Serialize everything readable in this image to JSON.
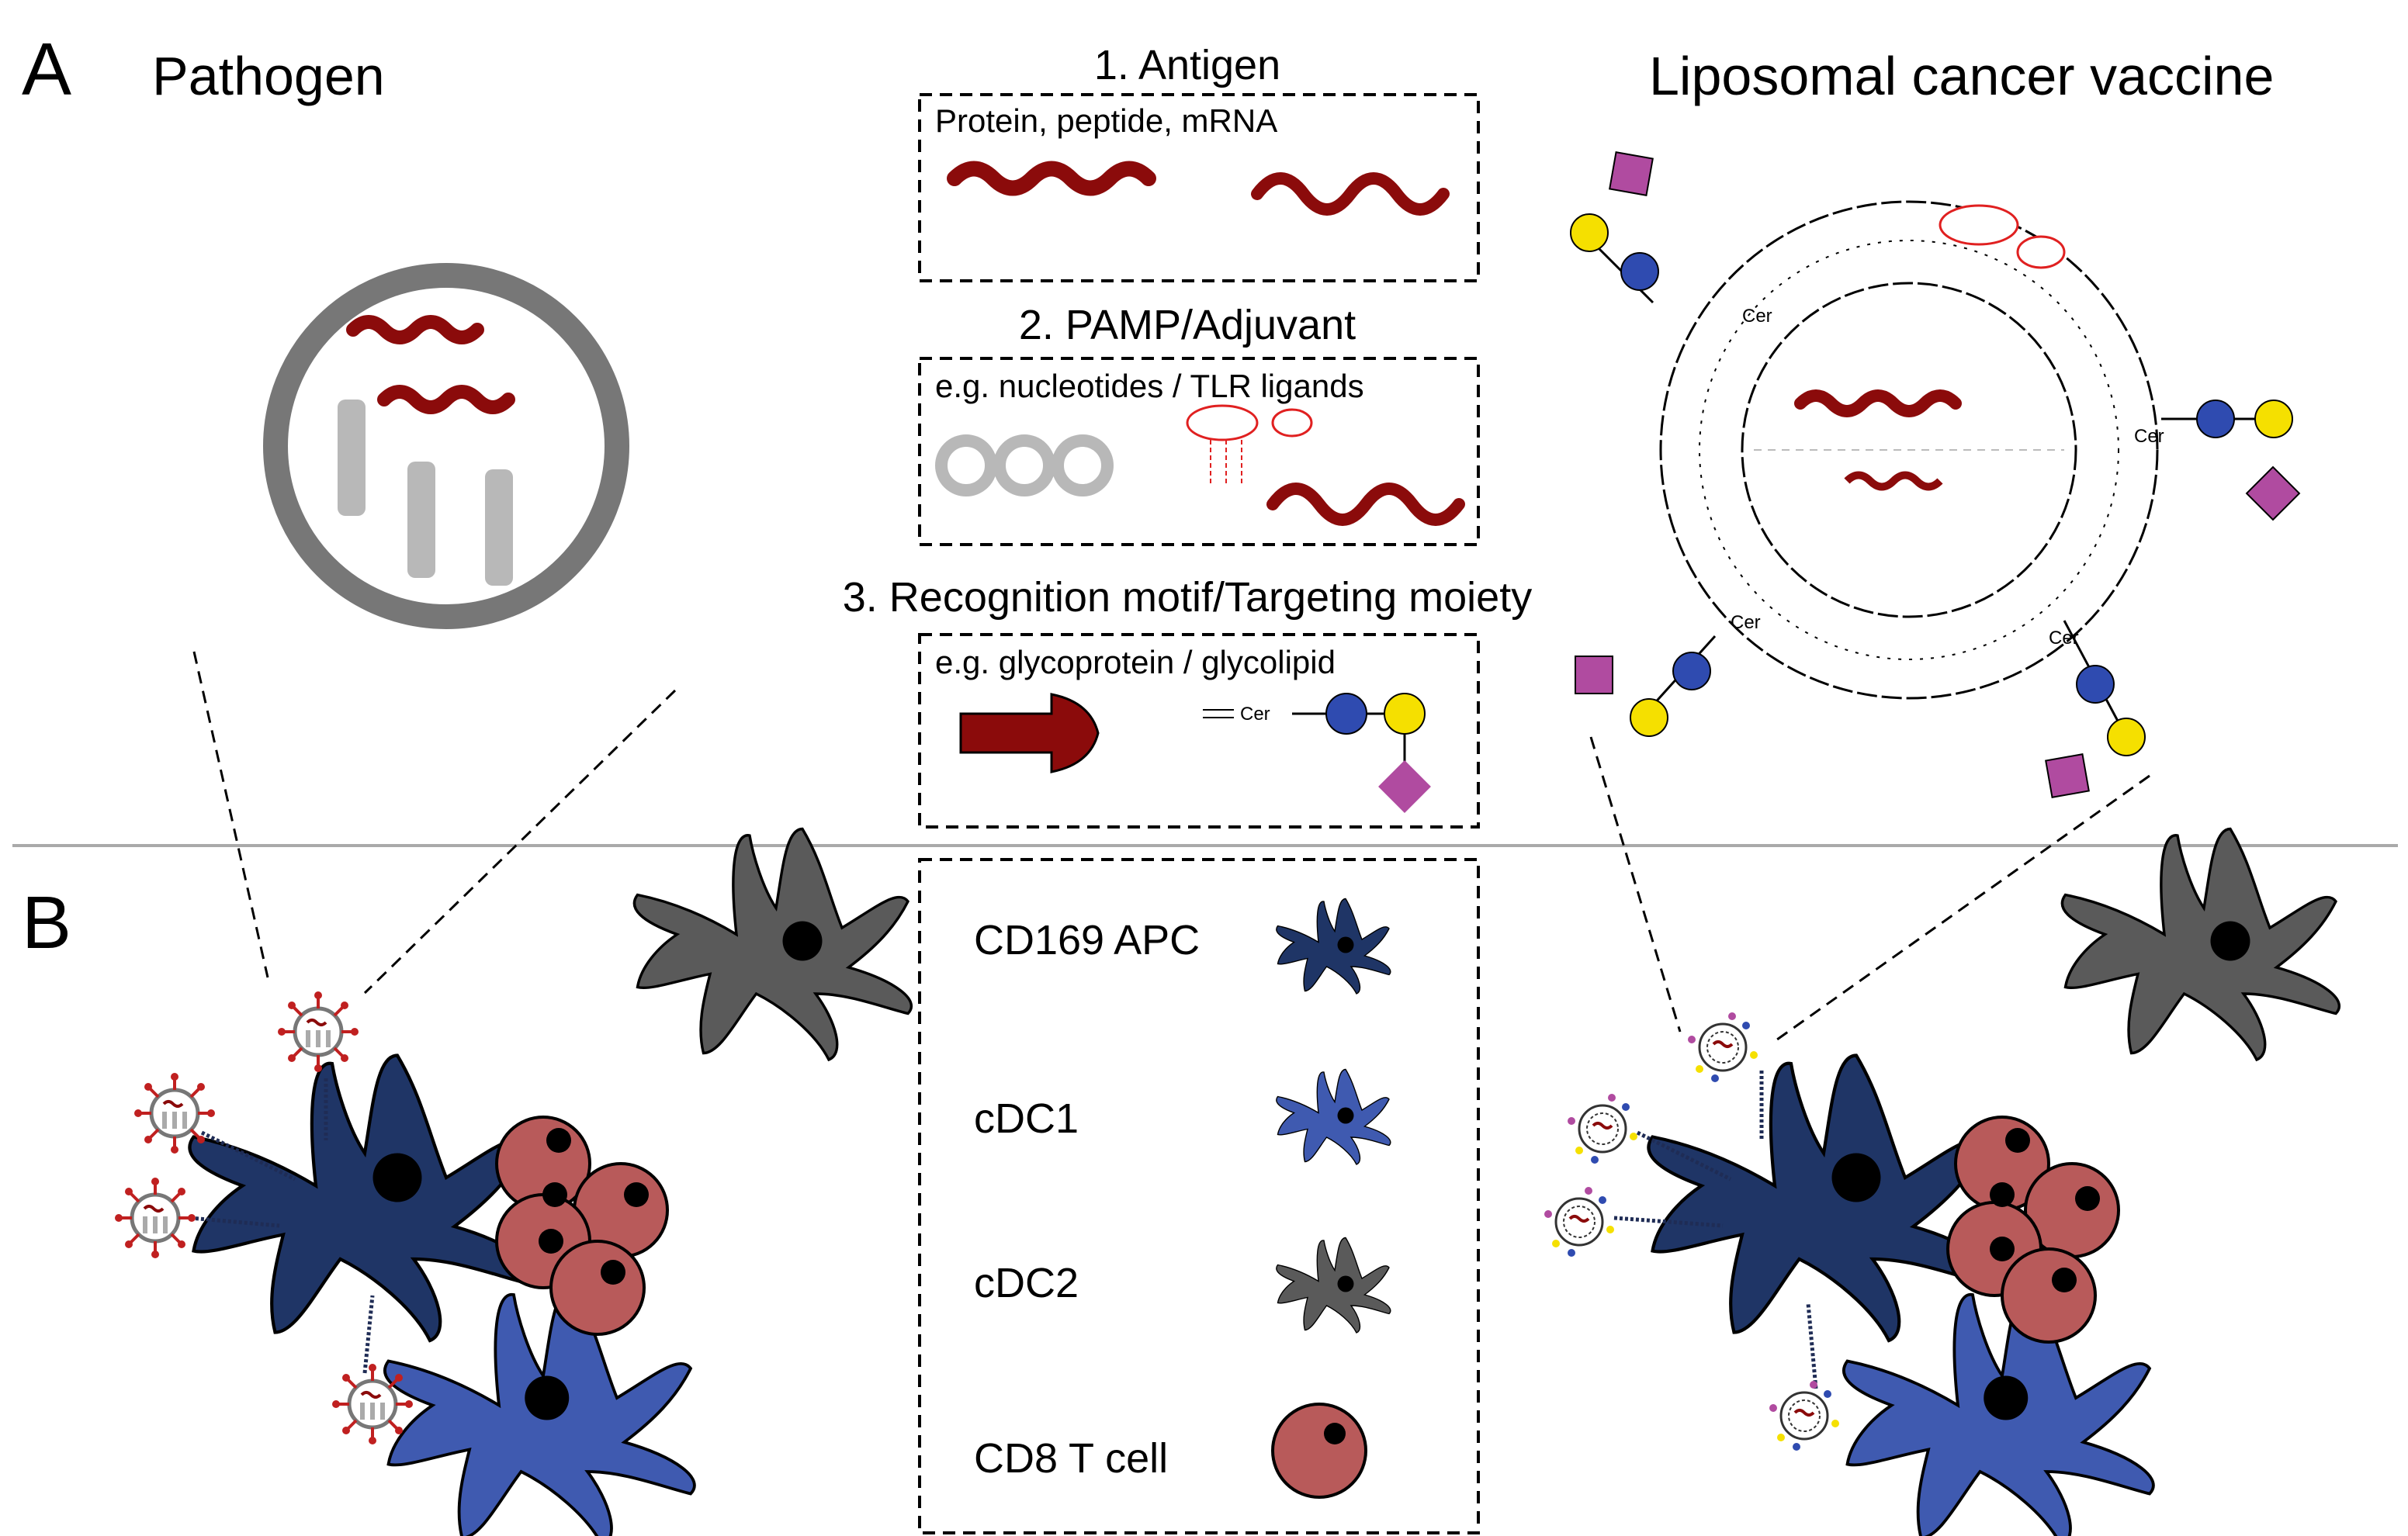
{
  "panel_labels": {
    "a": "A",
    "b": "B"
  },
  "left_title": "Pathogen",
  "right_title": "Liposomal cancer vaccine",
  "steps": [
    {
      "title": "1. Antigen",
      "subtitle": "Protein, peptide, mRNA"
    },
    {
      "title": "2. PAMP/Adjuvant",
      "subtitle": "e.g. nucleotides / TLR ligands"
    },
    {
      "title": "3. Recognition motif/Targeting moiety",
      "subtitle": "e.g. glycoprotein / glycolipid"
    }
  ],
  "cer_label": "Cer",
  "legend": [
    {
      "label": "CD169 APC",
      "color": "#1f3566",
      "icon": "dendritic-cell-icon"
    },
    {
      "label": "cDC1",
      "color": "#3f5ab0",
      "icon": "dendritic-cell-icon"
    },
    {
      "label": "cDC2",
      "color": "#5a5a5a",
      "icon": "dendritic-cell-icon"
    },
    {
      "label": "CD8 T cell",
      "color": "#b85a5a",
      "icon": "t-cell-icon"
    }
  ],
  "colors": {
    "antigen": "#8b0b0b",
    "pathogen_shell": "#777777",
    "adjuvant": "#b8b8b8",
    "lipid_red": "#e02020",
    "glc_blue": "#2f4bb0",
    "gal_yellow": "#f5e000",
    "sia_magenta": "#b04ba0",
    "cd169": "#1f3566",
    "cdc1": "#3f5ab0",
    "cdc2": "#5a5a5a",
    "tcell": "#b85a5a"
  }
}
